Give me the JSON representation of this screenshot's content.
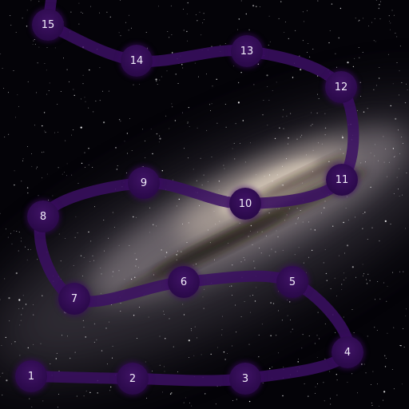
{
  "level_map": {
    "path_color": "#3b0f63",
    "node_color": "#2c0a4c",
    "label_color": "#f2eefa",
    "background": "milky-way-night-sky",
    "levels": [
      {
        "label": "1"
      },
      {
        "label": "2"
      },
      {
        "label": "3"
      },
      {
        "label": "4"
      },
      {
        "label": "5"
      },
      {
        "label": "6"
      },
      {
        "label": "7"
      },
      {
        "label": "8"
      },
      {
        "label": "9"
      },
      {
        "label": "10"
      },
      {
        "label": "11"
      },
      {
        "label": "12"
      },
      {
        "label": "13"
      },
      {
        "label": "14"
      },
      {
        "label": "15"
      }
    ]
  }
}
